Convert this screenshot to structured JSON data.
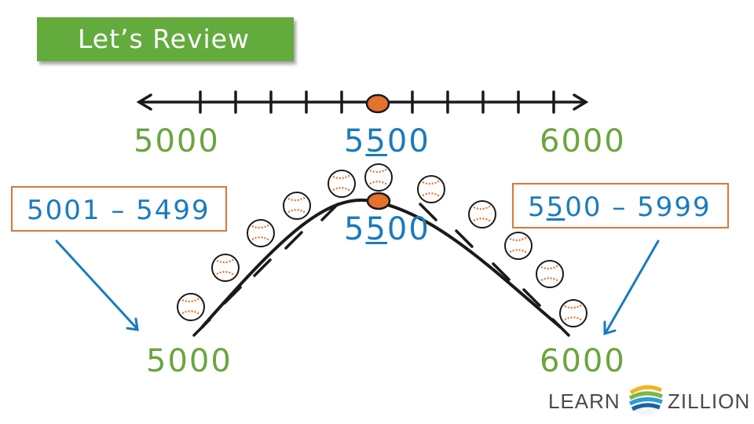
{
  "banner": {
    "title": "Let’s Review"
  },
  "number_line": {
    "left_label": "5000",
    "mid_label_pre": "5",
    "mid_label_ul": "5",
    "mid_label_post": "00",
    "right_label": "6000"
  },
  "hill": {
    "peak_pre": "5",
    "peak_ul": "5",
    "peak_post": "00",
    "left_label": "5000",
    "right_label": "6000"
  },
  "ranges": {
    "left": "5001 – 5499",
    "right_pre": "5",
    "right_ul": "5",
    "right_post": "00 – 5999"
  },
  "logo": {
    "left": "LEARN",
    "right": "ZILLION"
  },
  "colors": {
    "green": "#6aa53f",
    "blue": "#1a7bbd",
    "orange": "#e4712c",
    "box_border": "#d8773a",
    "banner": "#64ab3e"
  }
}
